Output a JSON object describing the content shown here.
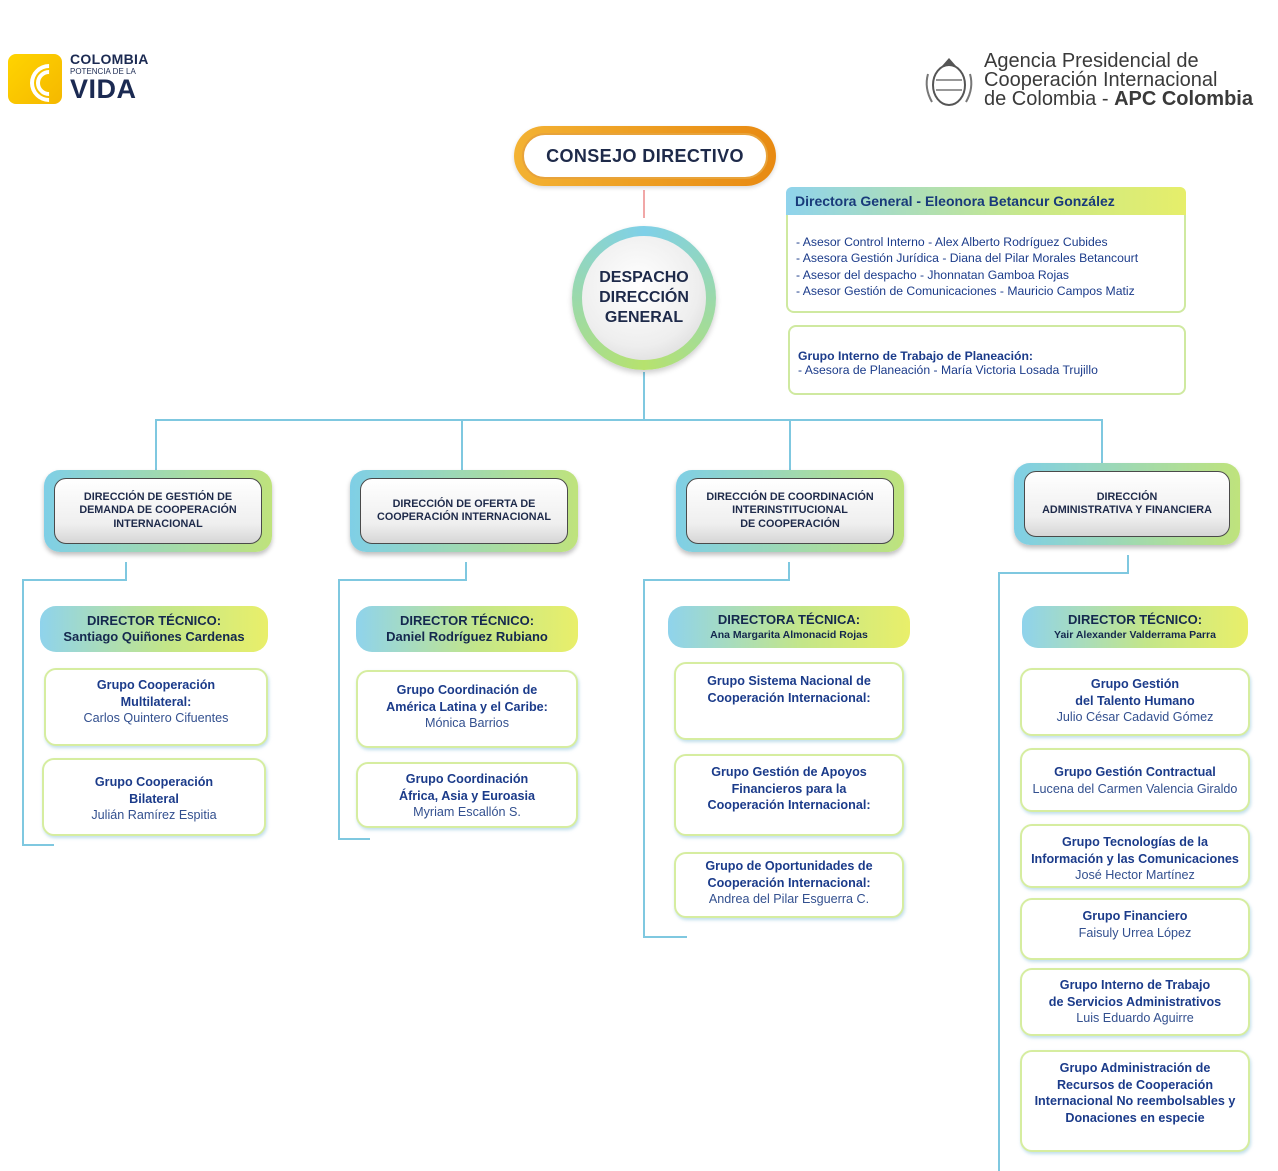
{
  "logos": {
    "left": {
      "line1": "COLOMBIA",
      "line2": "POTENCIA DE LA",
      "line3": "VIDA"
    },
    "right": {
      "line1": "Agencia Presidencial de",
      "line2": "Cooperación Internacional",
      "line3_prefix": "de Colombia - ",
      "line3_strong": "APC Colombia"
    }
  },
  "consejo": "CONSEJO DIRECTIVO",
  "despacho": {
    "l1": "DESPACHO",
    "l2": "DIRECCIÓN",
    "l3": "GENERAL"
  },
  "director_general": "Directora General  -  Eleonora Betancur González",
  "asesores": [
    "- Asesor Control Interno  - Alex Alberto Rodríguez Cubides",
    "- Asesora Gestión Jurídica - Diana del Pilar Morales Betancourt",
    "- Asesor del despacho - Jhonnatan Gamboa Rojas",
    "- Asesor Gestión de Comunicaciones - Mauricio Campos Matiz"
  ],
  "planeacion": {
    "title": "Grupo Interno de Trabajo de Planeación:",
    "person": "-  Asesora de Planeación  -  María Victoria Losada Trujillo"
  },
  "directions": [
    {
      "title": [
        "DIRECCIÓN DE GESTIÓN DE",
        "DEMANDA DE COOPERACIÓN",
        "INTERNACIONAL"
      ],
      "tecnico": {
        "label": "DIRECTOR TÉCNICO:",
        "name": "Santiago Quiñones Cardenas"
      },
      "groups": [
        {
          "title": [
            "Grupo  Cooperación",
            "Multilateral:"
          ],
          "person": "Carlos Quintero Cifuentes"
        },
        {
          "title": [
            "Grupo Cooperación",
            "Bilateral"
          ],
          "person": "Julián Ramírez Espitia"
        }
      ]
    },
    {
      "title": [
        "DIRECCIÓN DE OFERTA DE",
        "COOPERACIÓN INTERNACIONAL"
      ],
      "tecnico": {
        "label": "DIRECTOR TÉCNICO:",
        "name": "Daniel Rodríguez Rubiano"
      },
      "groups": [
        {
          "title": [
            "Grupo Coordinación de",
            "América Latina y el Caribe:"
          ],
          "person": "Mónica Barrios"
        },
        {
          "title": [
            "Grupo  Coordinación",
            "África, Asia y Euroasia"
          ],
          "person": "Myriam Escallón S."
        }
      ]
    },
    {
      "title": [
        "DIRECCIÓN DE COORDINACIÓN",
        "INTERINSTITUCIONAL",
        "DE COOPERACIÓN"
      ],
      "tecnico": {
        "label": "DIRECTORA TÉCNICA:",
        "name": "Ana Margarita Almonacid Rojas"
      },
      "groups": [
        {
          "title": [
            "Grupo Sistema Nacional de",
            "Cooperación Internacional:"
          ],
          "person": ""
        },
        {
          "title": [
            "Grupo Gestión de Apoyos",
            "Financieros para la",
            "Cooperación Internacional:"
          ],
          "person": ""
        },
        {
          "title": [
            "Grupo  de Oportunidades de",
            "Cooperación Internacional:"
          ],
          "person": "Andrea del Pilar Esguerra C."
        }
      ]
    },
    {
      "title": [
        "DIRECCIÓN",
        "ADMINISTRATIVA Y FINANCIERA"
      ],
      "tecnico": {
        "label": "DIRECTOR TÉCNICO:",
        "name": "Yair Alexander Valderrama Parra"
      },
      "groups": [
        {
          "title": [
            "Grupo Gestión",
            "del Talento Humano"
          ],
          "person": "Julio César Cadavid Gómez"
        },
        {
          "title": [
            "Grupo Gestión Contractual"
          ],
          "person": "Lucena del Carmen Valencia Giraldo"
        },
        {
          "title": [
            "Grupo  Tecnologías de la",
            "Información y las Comunicaciones"
          ],
          "person": "José Hector Martínez"
        },
        {
          "title": [
            "Grupo Financiero"
          ],
          "person": "Faisuly Urrea López"
        },
        {
          "title": [
            "Grupo  Interno de Trabajo",
            "de Servicios Administrativos"
          ],
          "person": "Luis Eduardo Aguirre"
        },
        {
          "title": [
            "Grupo  Administración de",
            "Recursos de Cooperación",
            "Internacional No reembolsables y",
            "Donaciones en especie"
          ],
          "person": ""
        }
      ]
    }
  ],
  "colors": {
    "connector": "#7fc8e0",
    "accent_orange": "#e88a12",
    "text_navy": "#1b3b8a"
  }
}
